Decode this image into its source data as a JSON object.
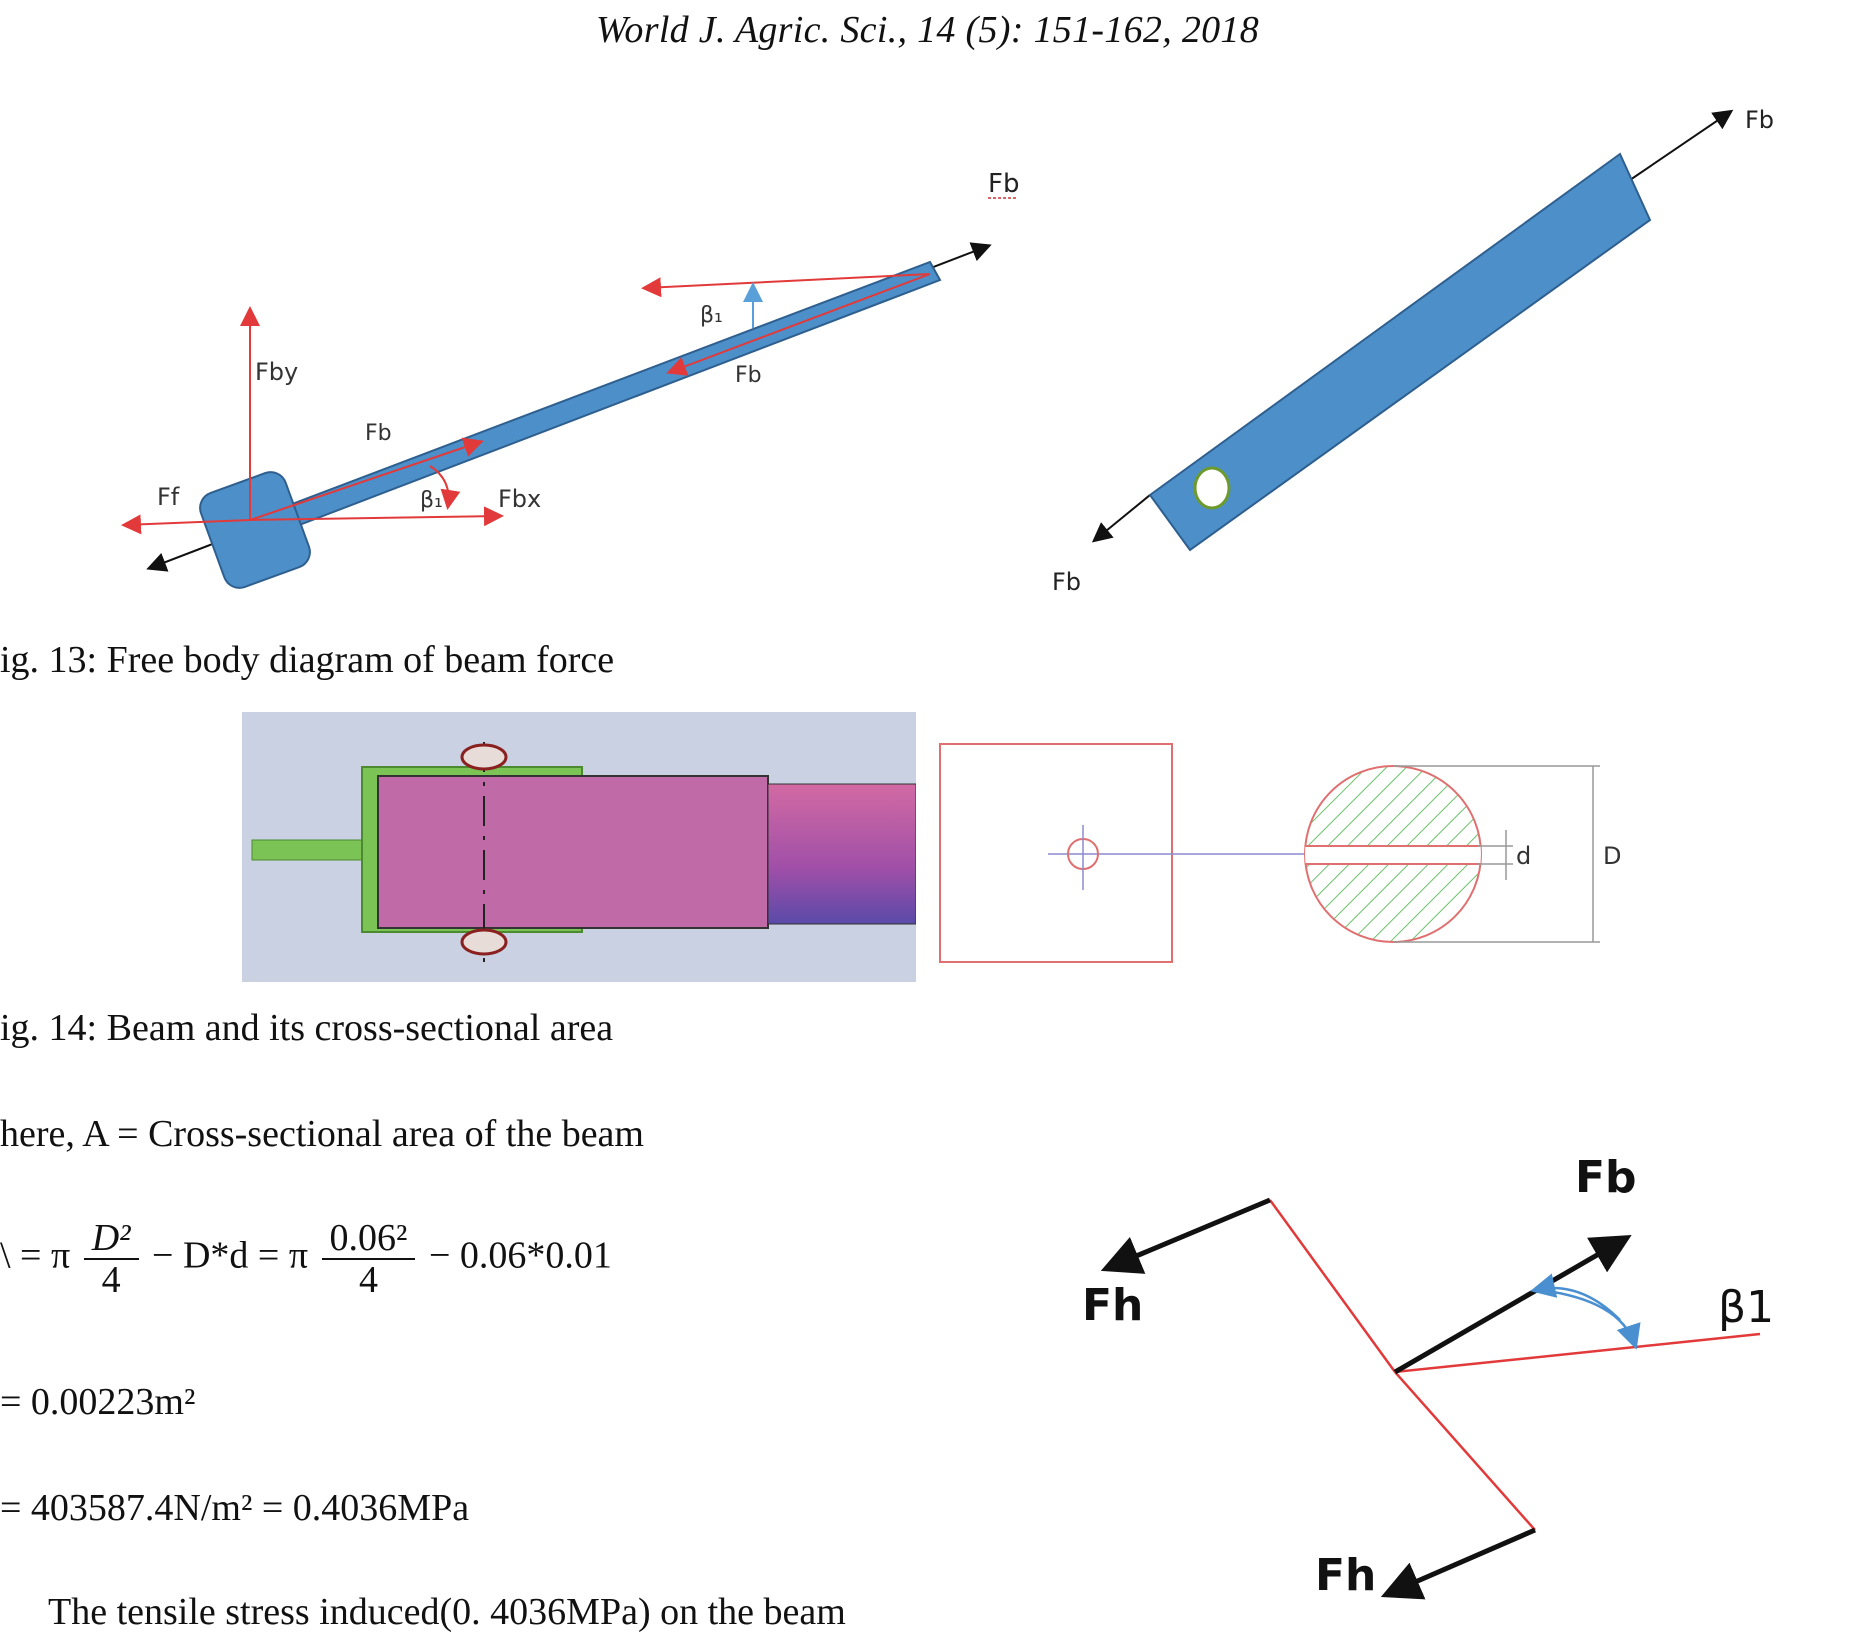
{
  "header": {
    "running_title": "World J. Agric. Sci., 14 (5): 151-162, 2018"
  },
  "fig13": {
    "caption": "ig. 13: Free body diagram of beam force",
    "left_labels": {
      "fb_top": "Fb",
      "beta_top": "β₁",
      "fb_mid": "Fb",
      "fby": "Fby",
      "fb_low": "Fb",
      "ff": "Ff",
      "beta_low": "β₁",
      "fbx": "Fbx"
    },
    "right_labels": {
      "fb_top": "Fb",
      "fb_bottom": "Fb"
    }
  },
  "fig14": {
    "caption": "ig. 14: Beam and its cross-sectional area",
    "labels": {
      "d": "d",
      "D": "D"
    }
  },
  "text": {
    "where_line": "here, A = Cross-sectional area of the beam",
    "eq1": {
      "lhs": "\\ = π",
      "num1": "D²",
      "den1": "4",
      "mid": "− D*d = π",
      "num2": "0.06²",
      "den2": "4",
      "tail": "− 0.06*0.01"
    },
    "eq2": "= 0.00223m²",
    "eq3": "= 403587.4N/m² = 0.4036MPa",
    "sentence": "The tensile stress induced(0. 4036MPa) on the beam"
  },
  "force_diagram": {
    "labels": {
      "fb": "Fb",
      "fh_left": "Fh",
      "fh_bottom": "Fh",
      "beta": "β1"
    }
  }
}
